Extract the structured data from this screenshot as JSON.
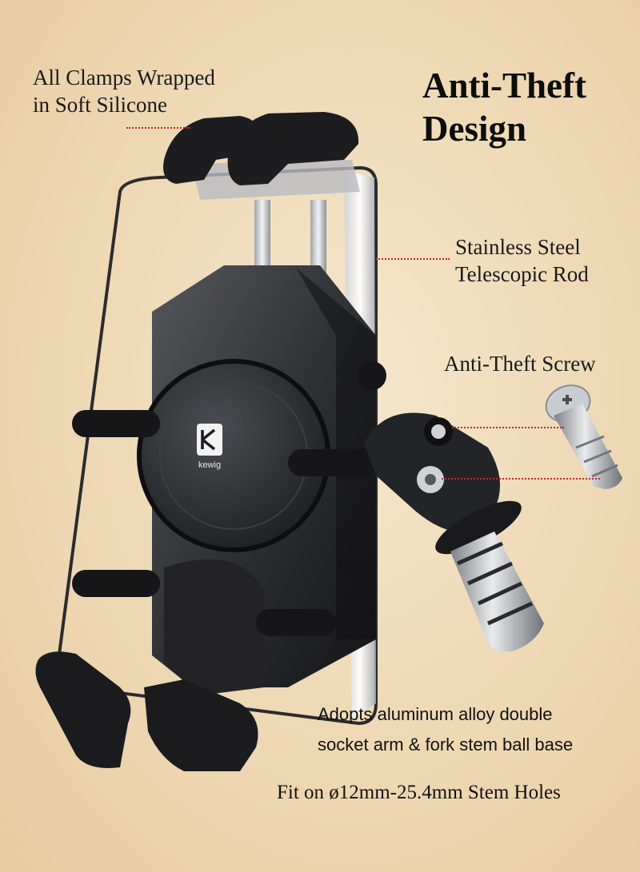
{
  "title": {
    "line1": "Anti-Theft",
    "line2": "Design"
  },
  "callouts": {
    "clamps": {
      "line1": "All Clamps Wrapped",
      "line2": "in Soft Silicone"
    },
    "rod": {
      "line1": "Stainless Steel",
      "line2": "Telescopic Rod"
    },
    "screw": {
      "line1": "Anti-Theft Screw"
    }
  },
  "features": {
    "line1": "Adopts aluminum alloy double",
    "line2": "socket arm & fork stem ball base"
  },
  "fit_note": "Fit on ø12mm-25.4mm Stem Holes",
  "brand": {
    "name": "kewig"
  },
  "colors": {
    "accent_dotted_line": "#c6282b",
    "background": "#eed8b4",
    "product": "#1c1c1e"
  },
  "icons": [
    "brand-logo-icon"
  ]
}
